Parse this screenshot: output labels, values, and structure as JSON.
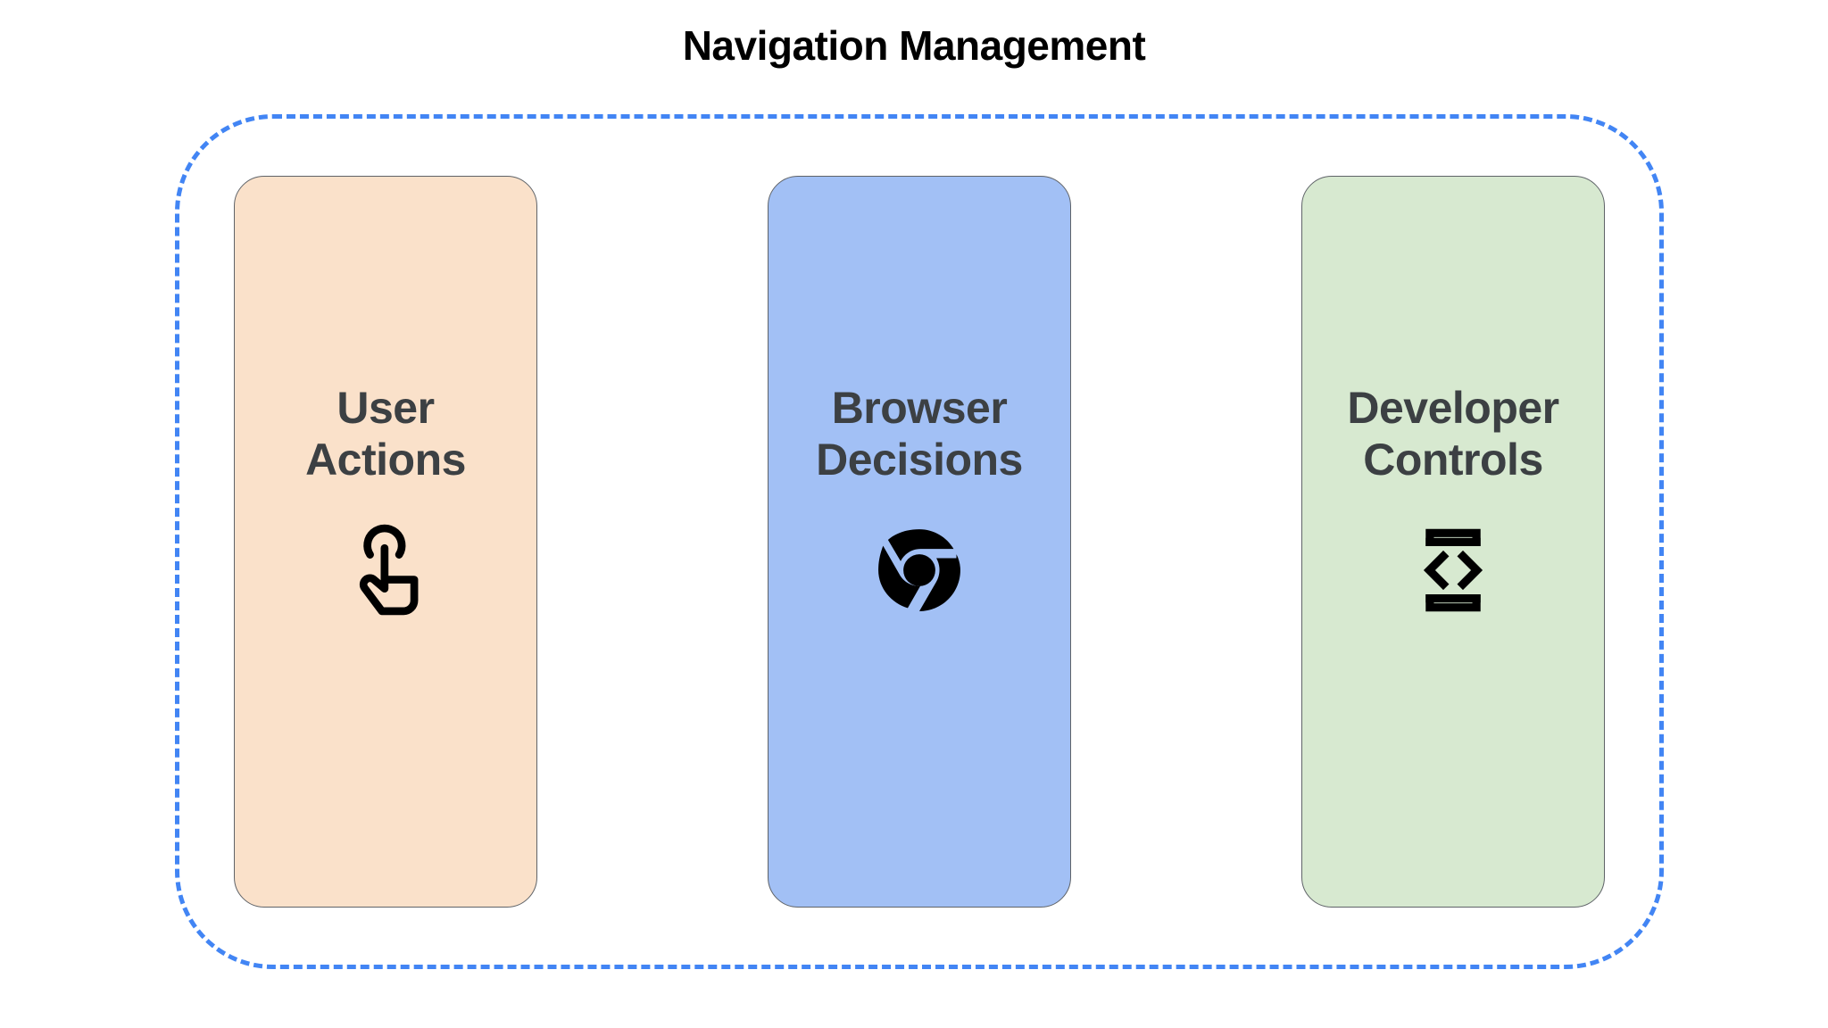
{
  "title": "Navigation Management",
  "group": {
    "name": "navigation-management-group",
    "border_color": "#4285f4",
    "border_style": "dashed"
  },
  "cards": [
    {
      "id": "user-actions",
      "label": "User\nActions",
      "label_line1": "User",
      "label_line2": "Actions",
      "fill": "#fae1ca",
      "border": "#5f6368",
      "text_color": "#3c4043",
      "icon": "touch-app-icon",
      "icon_color": "#000000"
    },
    {
      "id": "browser-decisions",
      "label": "Browser\nDecisions",
      "label_line1": "Browser",
      "label_line2": "Decisions",
      "fill": "#a2c0f5",
      "border": "#5f6368",
      "text_color": "#3c4043",
      "icon": "chrome-logo-icon",
      "icon_color": "#000000"
    },
    {
      "id": "developer-controls",
      "label": "Developer\nControls",
      "label_line1": "Developer",
      "label_line2": "Controls",
      "fill": "#d7e9d0",
      "border": "#5f6368",
      "text_color": "#3c4043",
      "icon": "developer-mode-icon",
      "icon_color": "#000000"
    }
  ]
}
